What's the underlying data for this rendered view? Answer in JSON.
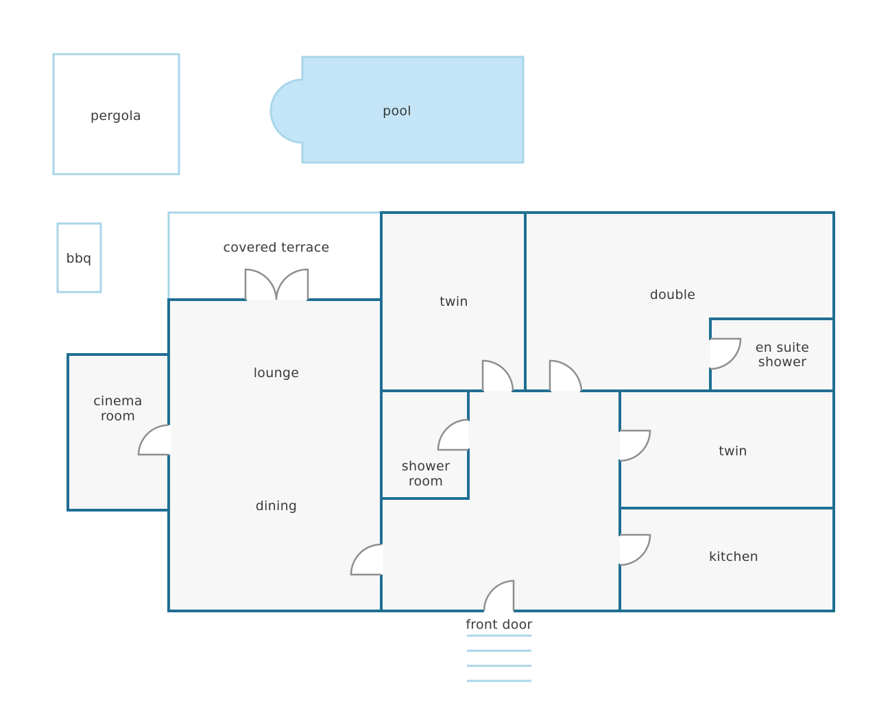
{
  "rooms": {
    "pergola": "pergola",
    "pool": "pool",
    "bbq": "bbq",
    "covered_terrace": "covered terrace",
    "twin_north": "twin",
    "double": "double",
    "en_suite_line1": "en suite",
    "en_suite_line2": "shower",
    "lounge": "lounge",
    "dining": "dining",
    "cinema_line1": "cinema",
    "cinema_line2": "room",
    "shower_room_line1": "shower",
    "shower_room_line2": "room",
    "twin_east": "twin",
    "kitchen": "kitchen",
    "front_door": "front door"
  },
  "colors": {
    "wall": "#1f6f93",
    "outdoor_outline": "#a9d6ea",
    "pool_fill": "#c4e5f7",
    "room_fill": "#f7f7f7",
    "door": "#8e8e8e",
    "text": "#3a3a3a"
  }
}
